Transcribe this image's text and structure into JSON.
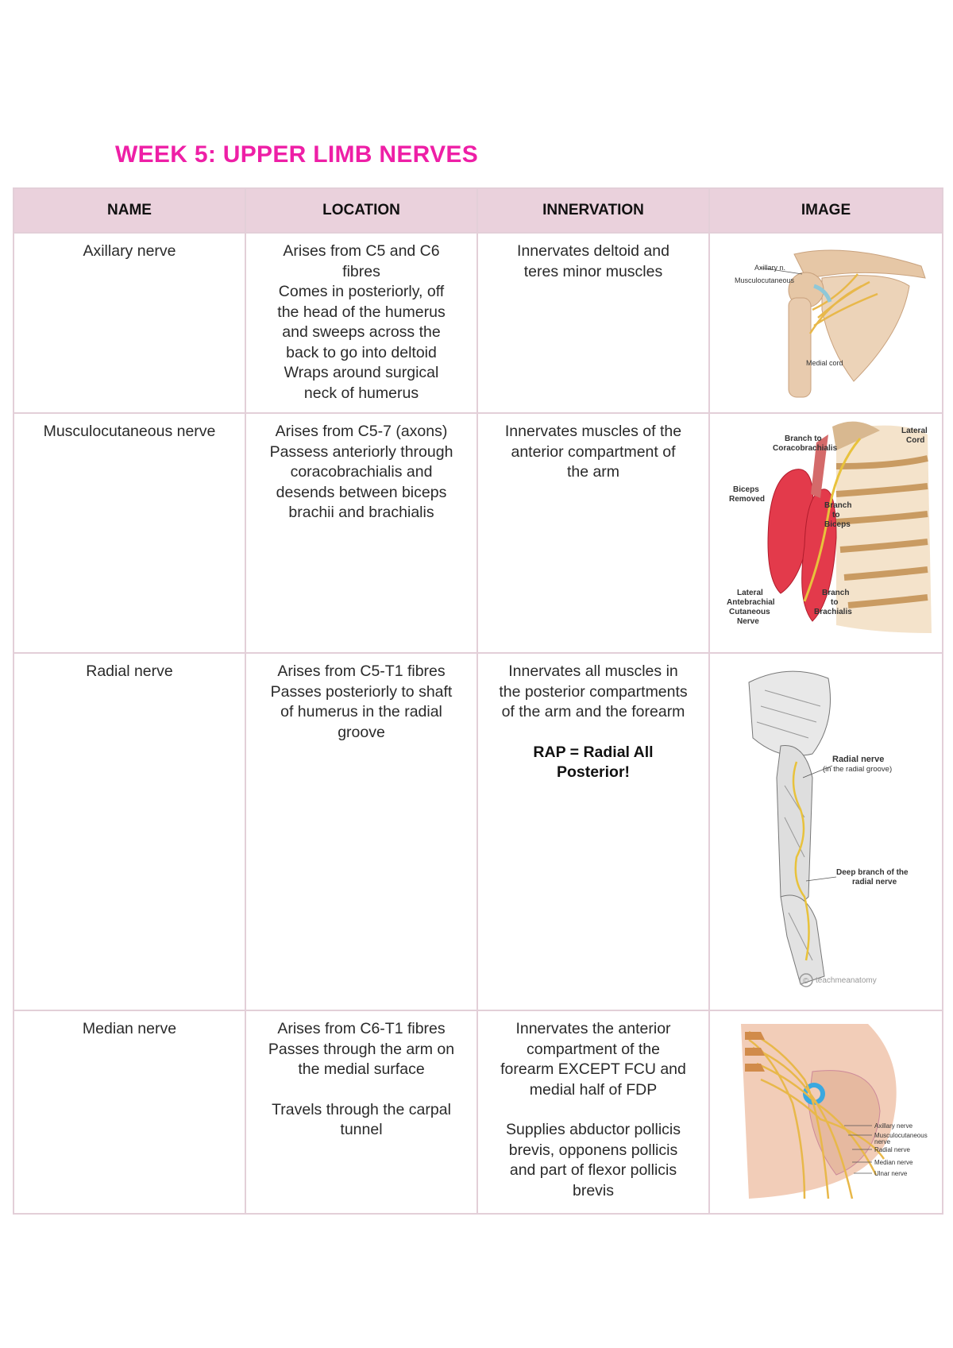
{
  "title": "WEEK 5: UPPER LIMB NERVES",
  "headers": [
    "NAME",
    "LOCATION",
    "INNERVATION",
    "IMAGE"
  ],
  "rows": [
    {
      "name": "Axillary nerve",
      "location": [
        "Arises from C5 and C6",
        "fibres",
        "Comes in posteriorly, off",
        "the head of the humerus",
        "and sweeps across the",
        "back to go into deltoid",
        "Wraps around surgical",
        "neck of humerus"
      ],
      "innervation": [
        "Innervates deltoid and",
        "teres minor muscles"
      ],
      "image_labels": [
        "Axillary n.",
        "Musculocutaneous",
        "Medial cord"
      ]
    },
    {
      "name": "Musculocutaneous nerve",
      "location": [
        "Arises from C5-7 (axons)",
        "Passess anteriorly through",
        "coracobrachialis and",
        "desends between biceps",
        "brachii and brachialis"
      ],
      "innervation": [
        "Innervates muscles of the",
        "anterior compartment of",
        "the arm"
      ],
      "image_labels": [
        "Branch to",
        "Coracobrachialis",
        "Lateral",
        "Cord",
        "Biceps",
        "Removed",
        "Branch",
        "to",
        "Biceps",
        "Lateral",
        "Antebrachial",
        "Cutaneous",
        "Nerve",
        "Branch",
        "to",
        "Brachialis"
      ]
    },
    {
      "name": "Radial nerve",
      "location": [
        "Arises from C5-T1 fibres",
        "Passes posteriorly to shaft",
        "of humerus in the radial",
        "groove"
      ],
      "innervation": [
        "Innervates all muscles in",
        "the posterior compartments",
        "of the arm and the forearm"
      ],
      "innervation_bold": [
        "RAP = Radial All",
        "Posterior!"
      ],
      "image_labels": [
        "Radial nerve",
        "(in the radial groove)",
        "Deep branch of the",
        "radial nerve",
        "teachmeanatomy"
      ]
    },
    {
      "name": "Median nerve",
      "location": [
        "Arises from C6-T1 fibres",
        "Passes through the arm on",
        "the medial surface"
      ],
      "location_extra": [
        "Travels through the carpal",
        "tunnel"
      ],
      "innervation": [
        "Innervates the anterior",
        "compartment of the",
        "forearm EXCEPT FCU and",
        "medial half of FDP"
      ],
      "innervation_extra": [
        "Supplies abductor pollicis",
        "brevis, opponens pollicis",
        "and part of flexor pollicis",
        "brevis"
      ],
      "image_labels": [
        "Axillary nerve",
        "Musculocutaneous",
        "nerve",
        "Radial nerve",
        "Median nerve",
        "Ulnar nerve"
      ]
    }
  ],
  "colors": {
    "title": "#ee1fa6",
    "header_bg": "#ead1dc",
    "border": "#e3cfd8"
  }
}
